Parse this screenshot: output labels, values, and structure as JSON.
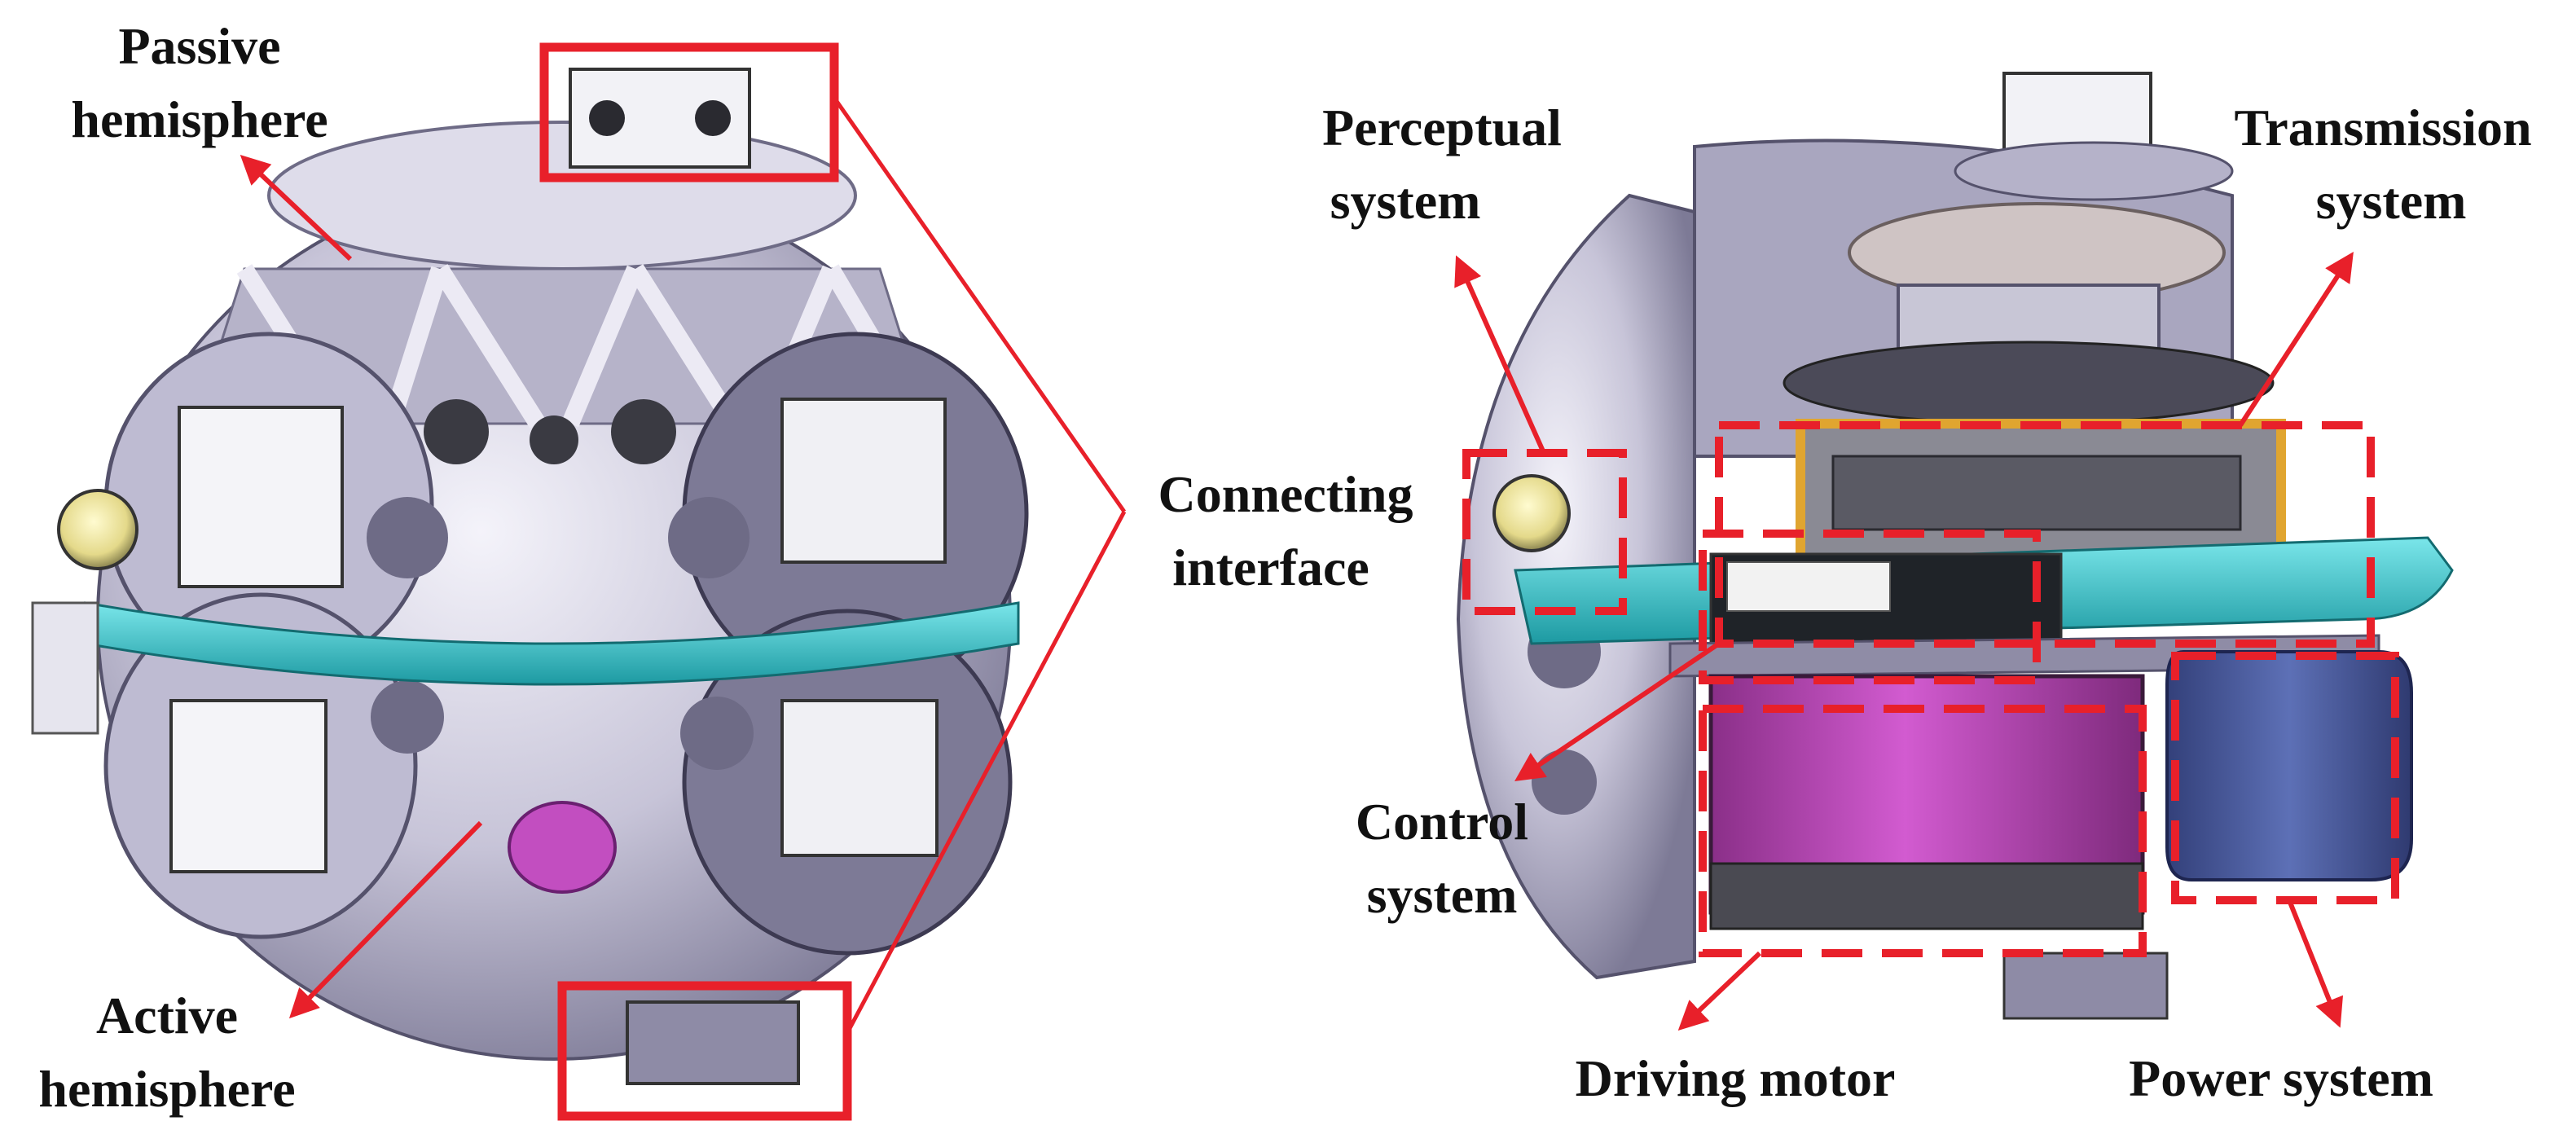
{
  "labels": {
    "passive_hemisphere": [
      "Passive",
      "hemisphere"
    ],
    "active_hemisphere": [
      "Active",
      "hemisphere"
    ],
    "connecting_interface": [
      "Connecting",
      "interface"
    ],
    "perceptual_system": [
      "Perceptual",
      "system"
    ],
    "transmission_system": [
      "Transmission",
      "system"
    ],
    "control_system": [
      "Control",
      "system"
    ],
    "driving_motor": "Driving motor",
    "power_system": "Power system"
  },
  "colors": {
    "annotation": "#e8202a",
    "shell": "#c9c7d8",
    "shell_dark": "#8f8ca6",
    "shell_light": "#eceaf4",
    "ring": "#37c6cc",
    "motor": "#c24ec0",
    "battery": "#4b5c9e",
    "gear": "#e0a530"
  }
}
